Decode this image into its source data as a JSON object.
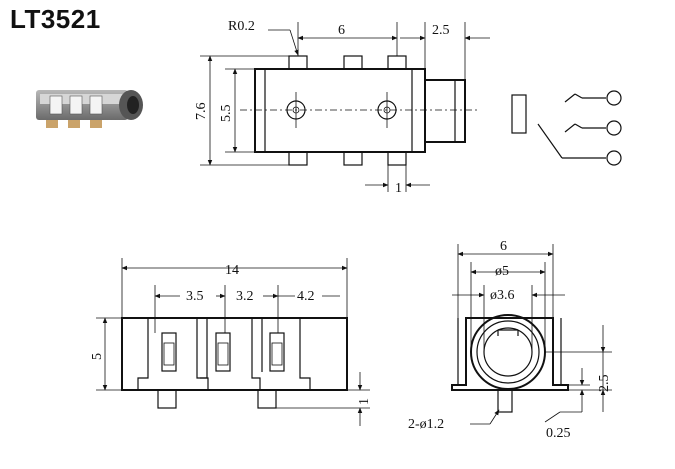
{
  "title": "LT3521",
  "top_view": {
    "radius_label": "R0.2",
    "pitch_label": "6",
    "offset_label": "2.5",
    "height_outer_label": "7.6",
    "height_inner_label": "5.5",
    "pin_width_label": "1"
  },
  "front_view": {
    "width_label": "14",
    "spacing_left_label": "3.5",
    "spacing_mid_label": "3.2",
    "spacing_right_label": "4.2",
    "height_label": "5",
    "pin_length_label": "1"
  },
  "side_view": {
    "outer_width_label": "6",
    "bore_outer_label": "ø5",
    "bore_inner_label": "ø3.6",
    "center_height_label": "2.5",
    "hole_label": "2-ø1.2",
    "clearance_label": "0.25"
  },
  "colors": {
    "line": "#111111",
    "background": "#ffffff",
    "body_gray": "#8a8a8a"
  }
}
